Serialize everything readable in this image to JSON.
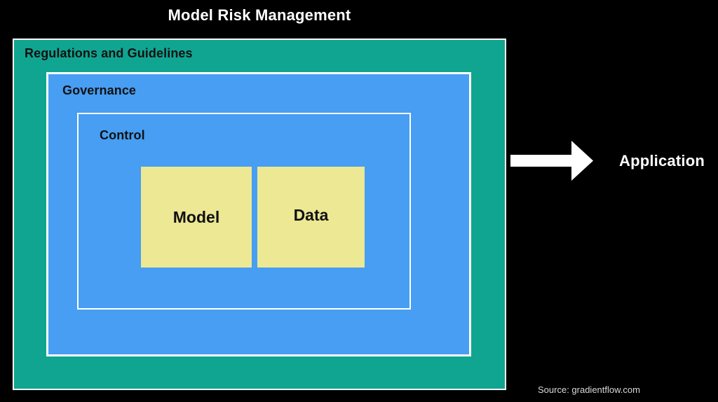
{
  "title": "Model Risk Management",
  "diagram": {
    "outer_box": {
      "label": "Regulations and Guidelines"
    },
    "governance_box": {
      "label": "Governance"
    },
    "control_box": {
      "label": "Control"
    },
    "model_box": {
      "label": "Model"
    },
    "data_box": {
      "label": "Data"
    }
  },
  "output": {
    "label": "Application"
  },
  "source": "Source: gradientflow.com",
  "icons": {
    "arrow": "right-block-arrow"
  },
  "colors": {
    "background": "#000000",
    "teal": "#10a591",
    "blue": "#479ef2",
    "yellow": "#ece894",
    "white": "#ffffff",
    "label-dark": "#111111",
    "source-gray": "#d9d9d9"
  }
}
